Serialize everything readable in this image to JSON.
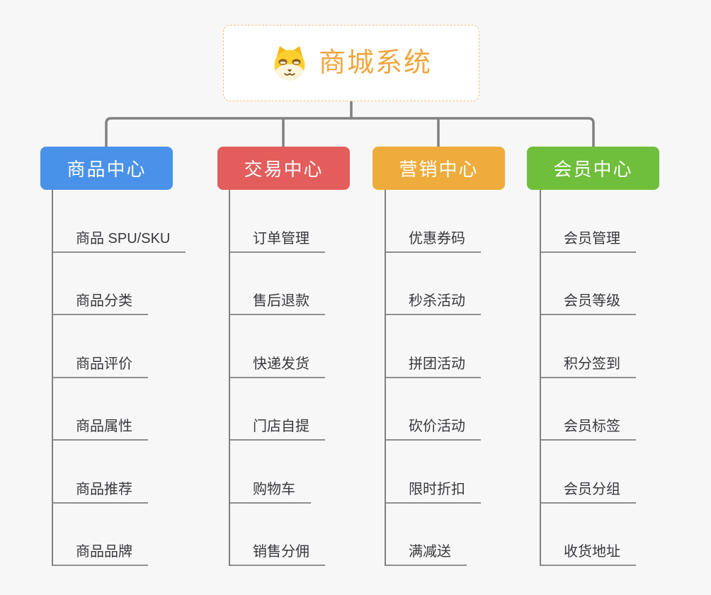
{
  "background_color": "#f7f7f7",
  "connector_color": "#808080",
  "root": {
    "title": "商城系统",
    "title_color": "#f0a63c",
    "icon": "dog-icon",
    "border_color": "#f3c27a"
  },
  "branches": [
    {
      "label": "商品中心",
      "color": "#4a91e9",
      "items": [
        "商品 SPU/SKU",
        "商品分类",
        "商品评价",
        "商品属性",
        "商品推荐",
        "商品品牌"
      ]
    },
    {
      "label": "交易中心",
      "color": "#e35d5c",
      "items": [
        "订单管理",
        "售后退款",
        "快递发货",
        "门店自提",
        "购物车",
        "销售分佣"
      ]
    },
    {
      "label": "营销中心",
      "color": "#edac3b",
      "items": [
        "优惠券码",
        "秒杀活动",
        "拼团活动",
        "砍价活动",
        "限时折扣",
        "满减送"
      ]
    },
    {
      "label": "会员中心",
      "color": "#6fbe3c",
      "items": [
        "会员管理",
        "会员等级",
        "积分签到",
        "会员标签",
        "会员分组",
        "收货地址"
      ]
    }
  ]
}
